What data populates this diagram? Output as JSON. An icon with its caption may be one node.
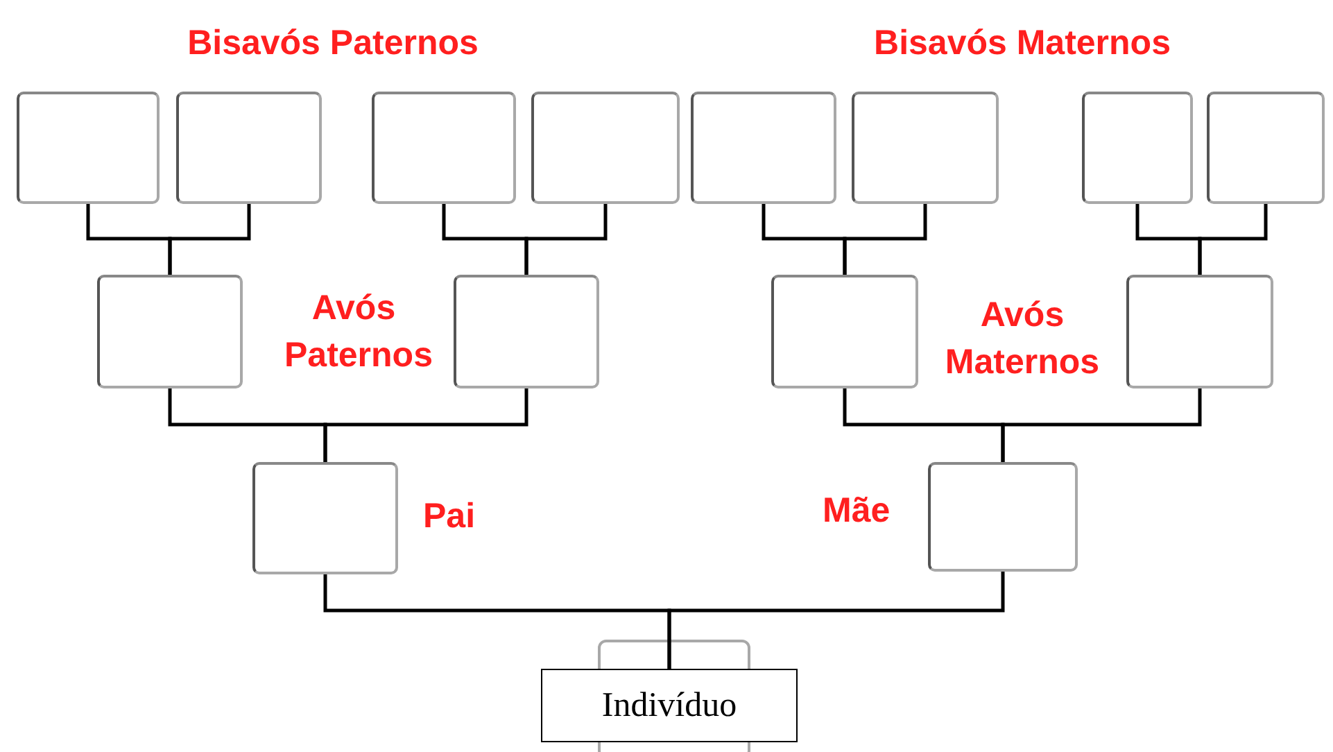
{
  "diagram": {
    "nodes": [
      {
        "text": [],
        "shape": "box"
      },
      {
        "text": [],
        "shape": "box"
      },
      {
        "text": [],
        "shape": "box"
      },
      {
        "text": [],
        "shape": "box"
      },
      {
        "text": [],
        "shape": "box"
      },
      {
        "text": [],
        "shape": "box"
      },
      {
        "text": [],
        "shape": "box"
      },
      {
        "text": [],
        "shape": "box"
      },
      {
        "text": [],
        "shape": "box"
      },
      {
        "text": [],
        "shape": "box"
      },
      {
        "text": [],
        "shape": "box"
      },
      {
        "text": [],
        "shape": "box"
      },
      {
        "text": [],
        "shape": "box"
      },
      {
        "text": [],
        "shape": "box"
      },
      {
        "text": [
          "Indivíduo"
        ]
      }
    ],
    "edges": [
      {
        "from": 0,
        "to": 8,
        "arrow": "none"
      },
      {
        "from": 1,
        "to": 8,
        "arrow": "none"
      },
      {
        "from": 2,
        "to": 9,
        "arrow": "none"
      },
      {
        "from": 3,
        "to": 9,
        "arrow": "none"
      },
      {
        "from": 4,
        "to": 10,
        "arrow": "none"
      },
      {
        "from": 5,
        "to": 10,
        "arrow": "none"
      },
      {
        "from": 6,
        "to": 11,
        "arrow": "none"
      },
      {
        "from": 7,
        "to": 11,
        "arrow": "none"
      },
      {
        "from": 8,
        "to": 12,
        "arrow": "none"
      },
      {
        "from": 9,
        "to": 12,
        "arrow": "none"
      },
      {
        "from": 10,
        "to": 13,
        "arrow": "none"
      },
      {
        "from": 11,
        "to": 13,
        "arrow": "none"
      },
      {
        "from": 12,
        "to": 14,
        "arrow": "none"
      },
      {
        "from": 13,
        "to": 14,
        "arrow": "none"
      }
    ],
    "labels": [
      "Bisavós Paternos",
      "Bisavós Maternos",
      "Avós Paternos",
      "Avós Maternos",
      "Pai",
      "Mãe"
    ]
  }
}
